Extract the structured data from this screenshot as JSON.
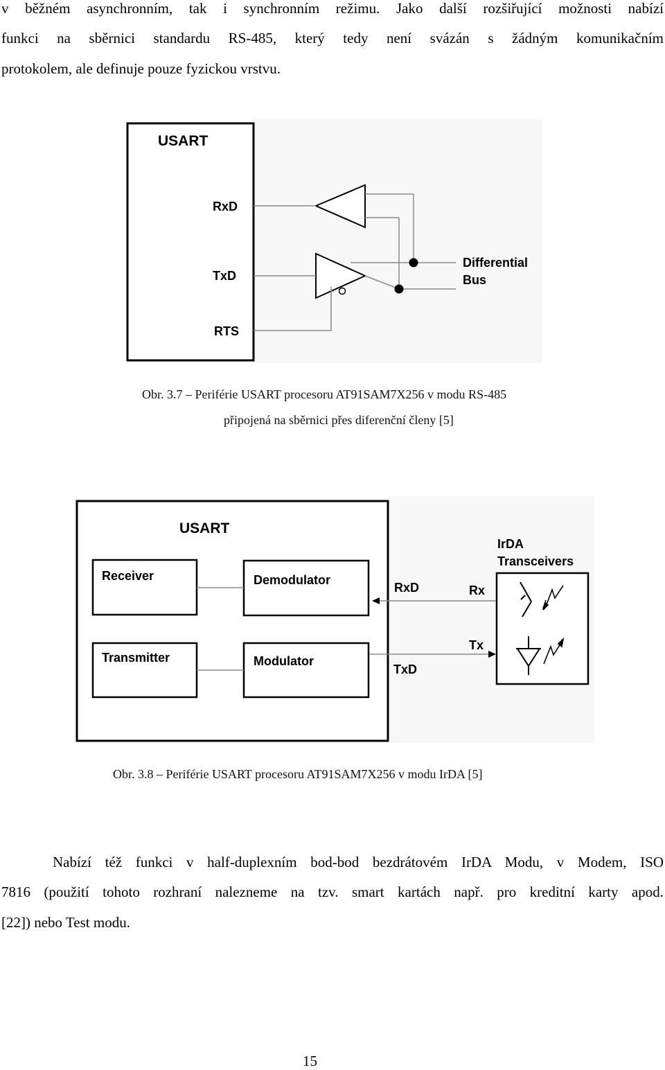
{
  "intro_paragraph": {
    "lines": [
      "v běžném asynchronním, tak i synchronním režimu. Jako další rozšiřující možnosti nabízí",
      "funkci na sběrnici standardu RS-485, který tedy není svázán s žádným komunikačním",
      "protokolem, ale definuje pouze fyzickou vrstvu."
    ]
  },
  "figure_37": {
    "labels": {
      "usart": "USART",
      "rxd": "RxD",
      "txd": "TxD",
      "rts": "RTS",
      "differential": "Differential",
      "bus": "Bus"
    },
    "caption_line1": "Obr. 3.7 – Periférie USART procesoru AT91SAM7X256 v modu RS-485",
    "caption_line2": "připojená na sběrnici přes diferenční členy [5]"
  },
  "figure_38": {
    "labels": {
      "usart": "USART",
      "receiver": "Receiver",
      "demodulator": "Demodulator",
      "transmitter": "Transmitter",
      "modulator": "Modulator",
      "rxd": "RxD",
      "txd": "TxD",
      "rx": "Rx",
      "tx": "Tx",
      "irda": "IrDA",
      "transceivers": "Transceivers"
    },
    "caption": "Obr. 3.8 – Periférie USART procesoru AT91SAM7X256 v modu IrDA [5]"
  },
  "closing_paragraph": {
    "lines": [
      "Nabízí též funkci v half-duplexním bod-bod bezdrátovém IrDA Modu, v Modem, ISO",
      "7816 (použití tohoto rozhraní nalezneme na tzv. smart kartách např. pro kreditní karty apod.",
      "[22]) nebo Test modu."
    ]
  },
  "page_number": "15"
}
